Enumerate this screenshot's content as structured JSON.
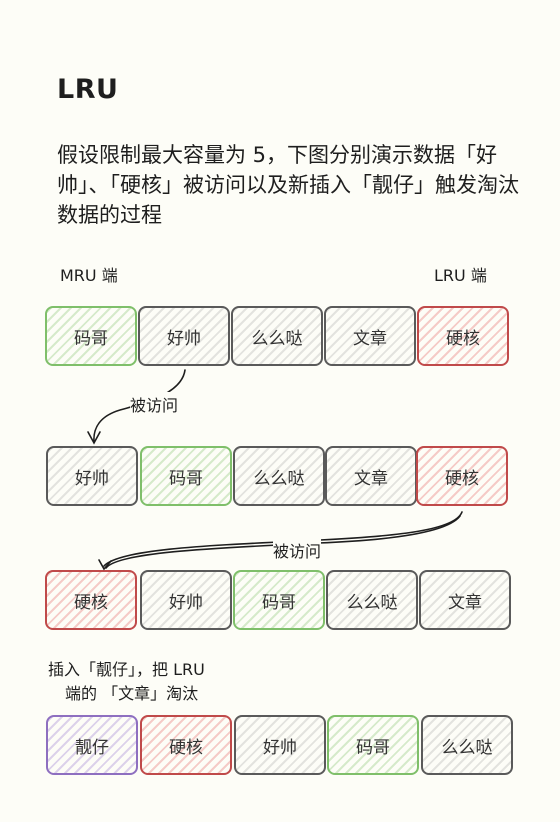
{
  "title": "LRU",
  "description": "假设限制最大容量为 5，下图分别演示数据「好帅」、「硬核」被访问以及新插入「靓仔」触发淘汰数据的过程",
  "mru_label": "MRU 端",
  "lru_label": "LRU 端",
  "access_label": "被访问",
  "insert_note_line1": "插入「靓仔」，把 LRU",
  "insert_note_line2": "端的 「文章」淘汰",
  "rows": [
    [
      {
        "label": "码哥",
        "color": "green"
      },
      {
        "label": "好帅",
        "color": "gray"
      },
      {
        "label": "么么哒",
        "color": "gray"
      },
      {
        "label": "文章",
        "color": "gray"
      },
      {
        "label": "硬核",
        "color": "red"
      }
    ],
    [
      {
        "label": "好帅",
        "color": "gray"
      },
      {
        "label": "码哥",
        "color": "green"
      },
      {
        "label": "么么哒",
        "color": "gray"
      },
      {
        "label": "文章",
        "color": "gray"
      },
      {
        "label": "硬核",
        "color": "red"
      }
    ],
    [
      {
        "label": "硬核",
        "color": "red"
      },
      {
        "label": "好帅",
        "color": "gray"
      },
      {
        "label": "码哥",
        "color": "green"
      },
      {
        "label": "么么哒",
        "color": "gray"
      },
      {
        "label": "文章",
        "color": "gray"
      }
    ],
    [
      {
        "label": "靓仔",
        "color": "purple"
      },
      {
        "label": "硬核",
        "color": "red"
      },
      {
        "label": "好帅",
        "color": "gray"
      },
      {
        "label": "码哥",
        "color": "green"
      },
      {
        "label": "么么哒",
        "color": "gray"
      }
    ]
  ]
}
